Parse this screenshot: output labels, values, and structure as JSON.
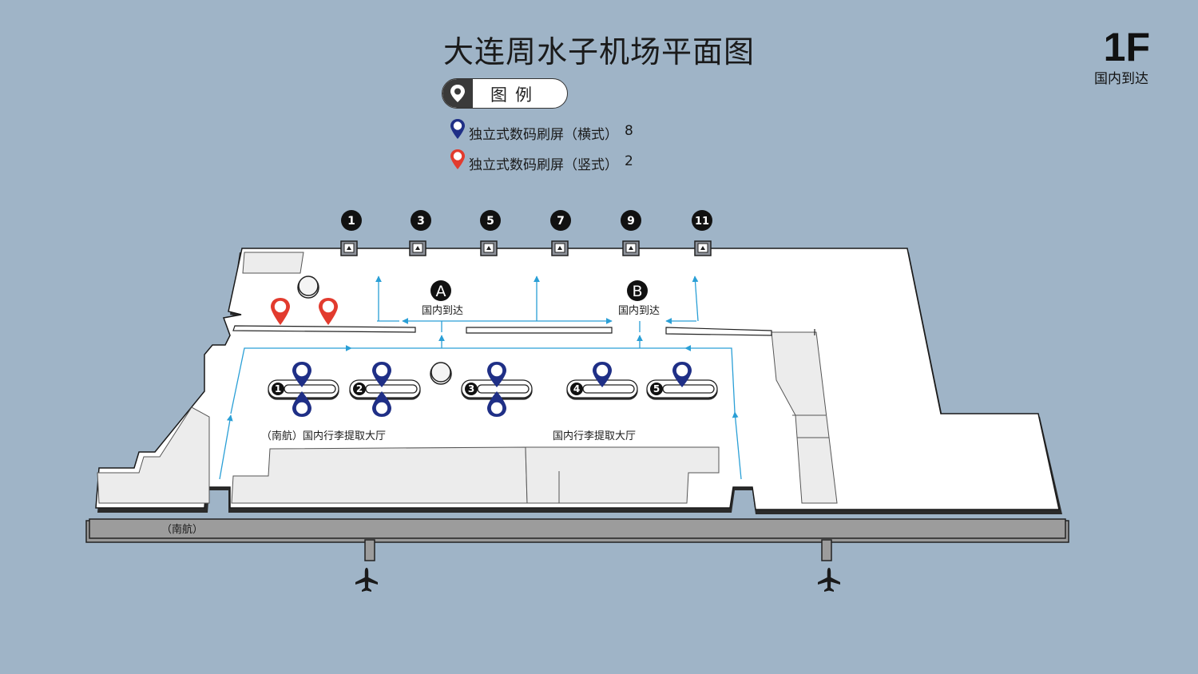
{
  "title": "大连周水子机场平面图",
  "floor": {
    "number": "1F",
    "label": "国内到达"
  },
  "legend": {
    "title": "图例",
    "items": [
      {
        "label": "独立式数码刷屏（横式）",
        "count": "8",
        "color": "#1f2f86"
      },
      {
        "label": "独立式数码刷屏（竖式）",
        "count": "2",
        "color": "#e23b2e"
      }
    ]
  },
  "gates": [
    "1",
    "3",
    "5",
    "7",
    "9",
    "11"
  ],
  "zones": [
    {
      "letter": "A",
      "label": "国内到达"
    },
    {
      "letter": "B",
      "label": "国内到达"
    }
  ],
  "carousels": [
    "1",
    "2",
    "3",
    "4",
    "5"
  ],
  "halls": [
    "（南航）国内行李提取大厅",
    "国内行李提取大厅"
  ],
  "walkway_label": "（南航）",
  "colors": {
    "background": "#9fb4c7",
    "floor": "#ffffff",
    "blue_pin": "#1f2f86",
    "red_pin": "#e23b2e",
    "arrow": "#2a9fd6"
  },
  "icons": {
    "legend": "location-pin-icon",
    "gate": "exit-gate-icon",
    "aircraft": "airplane-icon"
  }
}
